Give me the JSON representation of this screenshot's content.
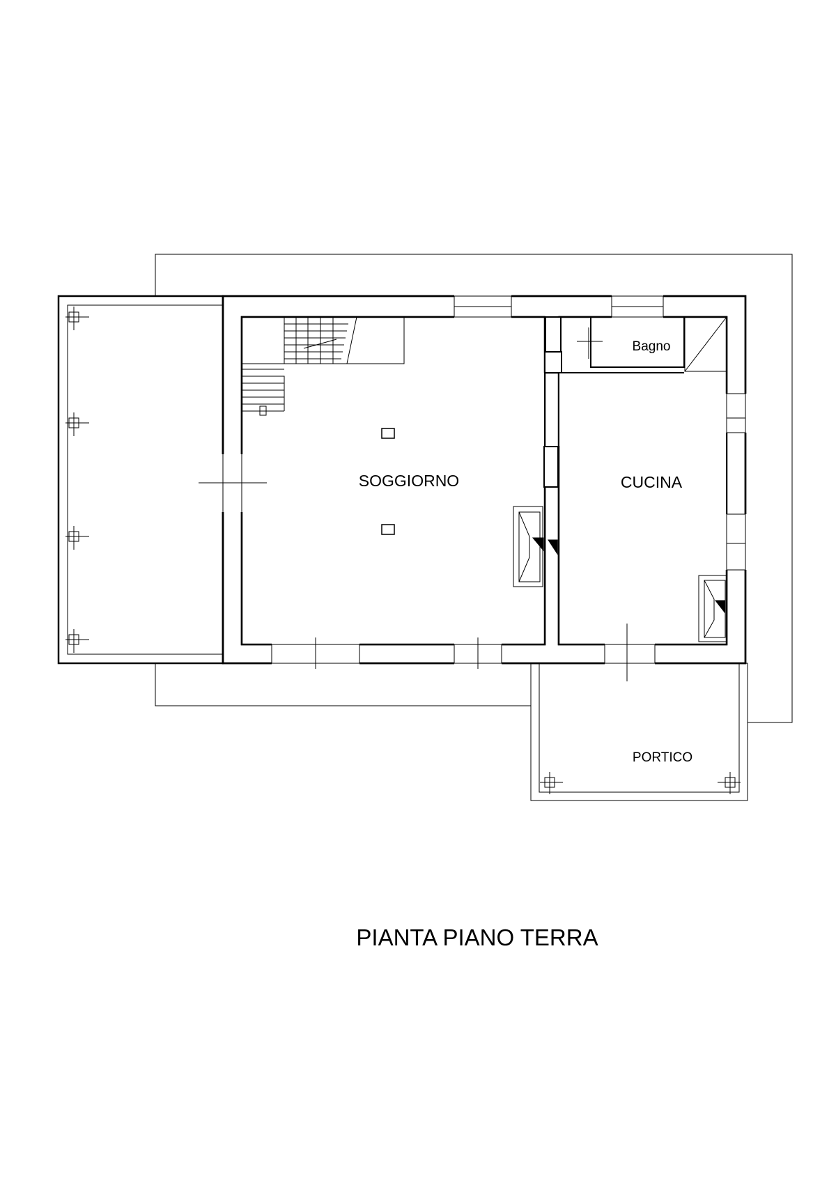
{
  "plan": {
    "title": "PIANTA PIANO TERRA",
    "rooms": {
      "soggiorno": "SOGGIORNO",
      "cucina": "CUCINA",
      "bagno": "Bagno",
      "portico": "PORTICO"
    }
  }
}
